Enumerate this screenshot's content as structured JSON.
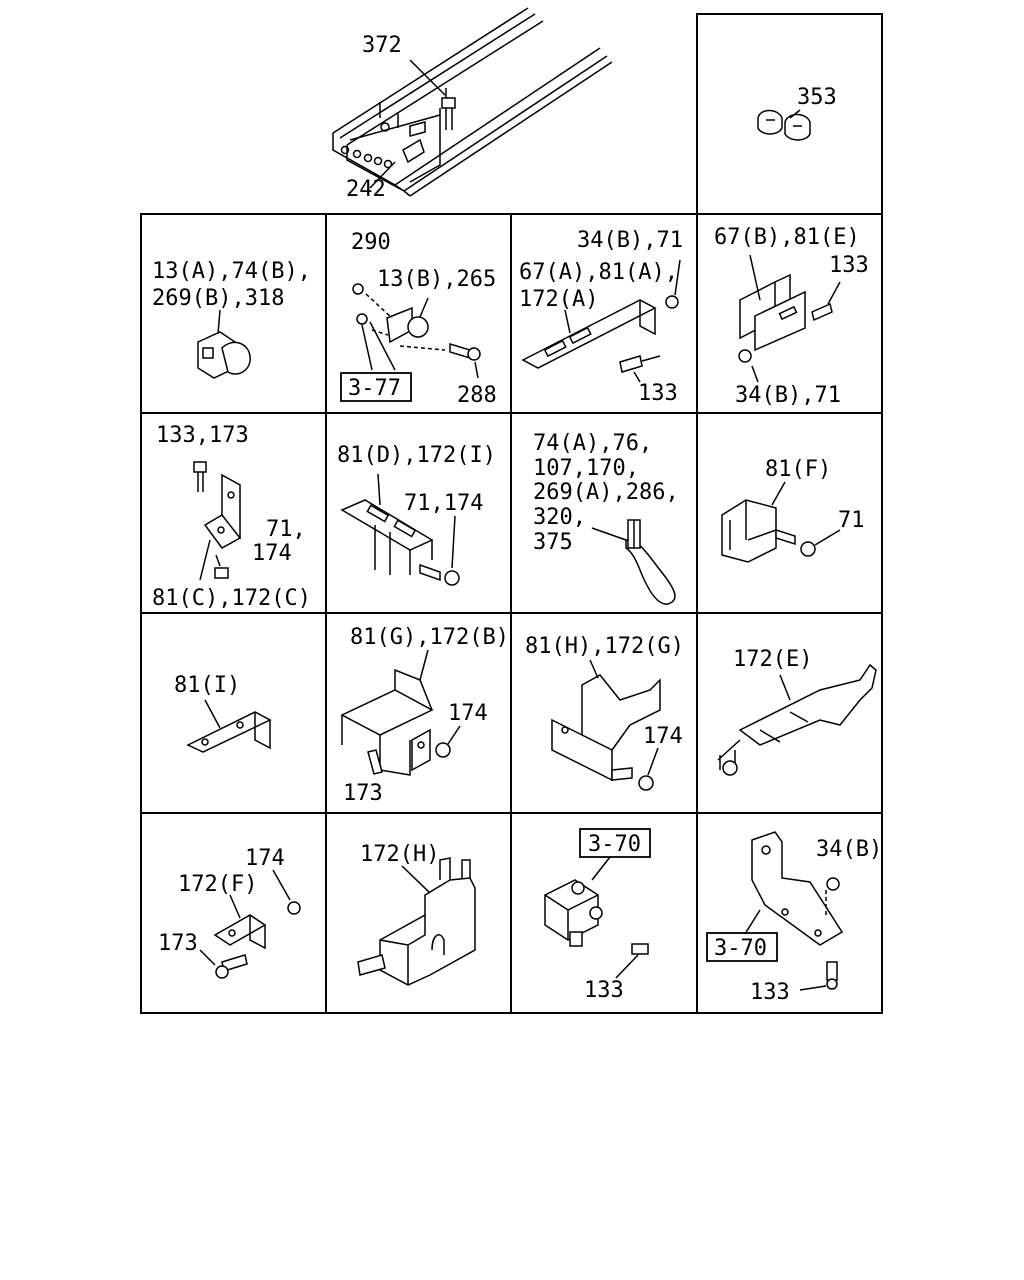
{
  "panels": {
    "frame": {
      "labels": [
        "372",
        "242"
      ]
    },
    "p353": {
      "labels": [
        "353"
      ]
    },
    "r1c1": {
      "labels": [
        "13(A),74(B),",
        "269(B),318"
      ]
    },
    "r1c2": {
      "labels": [
        "290",
        "13(B),265",
        "288"
      ],
      "ref": "3-77"
    },
    "r1c3": {
      "labels": [
        "34(B),71",
        "67(A),81(A),",
        "172(A)",
        "133"
      ]
    },
    "r1c4": {
      "labels": [
        "67(B),81(E)",
        "133",
        "34(B),71"
      ]
    },
    "r2c1": {
      "labels": [
        "133,173",
        "71,",
        "174",
        "81(C),172(C)"
      ]
    },
    "r2c2": {
      "labels": [
        "81(D),172(I)",
        "71,174"
      ]
    },
    "r2c3": {
      "labels": [
        "74(A),76,",
        "107,170,",
        "269(A),286,",
        "320,",
        "375"
      ]
    },
    "r2c4": {
      "labels": [
        "81(F)",
        "71"
      ]
    },
    "r3c1": {
      "labels": [
        "81(I)"
      ]
    },
    "r3c2": {
      "labels": [
        "81(G),172(B)",
        "174",
        "173"
      ]
    },
    "r3c3": {
      "labels": [
        "81(H),172(G)",
        "174"
      ]
    },
    "r3c4": {
      "labels": [
        "172(E)"
      ]
    },
    "r4c1": {
      "labels": [
        "174",
        "172(F)",
        "173"
      ]
    },
    "r4c2": {
      "labels": [
        "172(H)"
      ]
    },
    "r4c3": {
      "labels": [
        "133"
      ],
      "ref": "3-70"
    },
    "r4c4": {
      "labels": [
        "34(B)",
        "133"
      ],
      "ref": "3-70"
    }
  }
}
